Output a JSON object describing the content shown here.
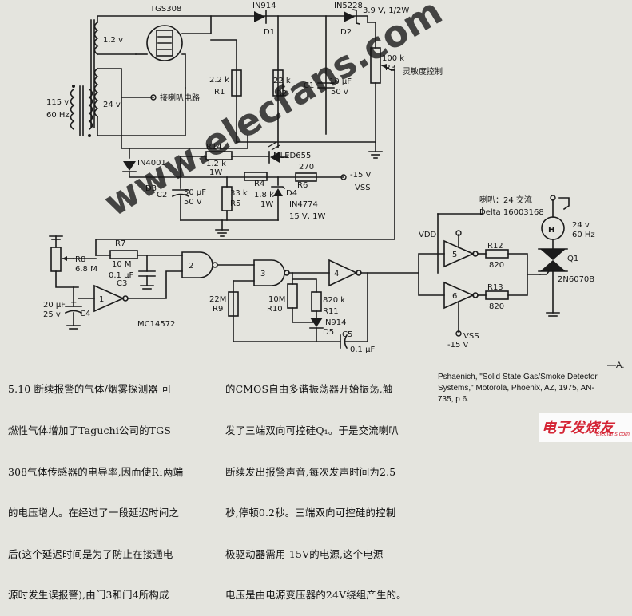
{
  "figure": {
    "components": {
      "sensor": "TGS308",
      "d1": "IN914",
      "d1_ref": "D1",
      "d2": "IN5228",
      "d2_ref": "D2",
      "d2_rating": "3.9 V, 1/2W",
      "sensor_heater_v": "1.2 v",
      "transformer_in": "115 v",
      "transformer_freq": "60 Hz",
      "secondary_v": "24 v",
      "horn_note": "接喇叭电路",
      "r1_val": "2.2 k",
      "r1_ref": "R1",
      "r2_val": "22 k",
      "r2_ref": "R2",
      "c1_val": "10 μF",
      "c1_ref": "C1",
      "c1_v": "50 v",
      "r3_val": "100 k",
      "r3_ref": "R3",
      "sensitivity": "灵敏度控制",
      "d3": "IN4001",
      "d3_ref": "D3",
      "r14_ref": "R14",
      "r14_val": "1.2 k",
      "r14_w": "1W",
      "led": "MLED655",
      "r6_val": "270",
      "r6_ref": "R6",
      "vss_top_v": "-15 V",
      "vss_top": "VSS",
      "c2_ref": "C2",
      "c2_val": "50 μF",
      "c2_v": "50 V",
      "r5_val": "33 k",
      "r5_ref": "R5",
      "r4_ref": "R4",
      "r4_val": "1.8 k",
      "r4_w": "1W",
      "d4_ref": "D4",
      "d4_part": "IN4774",
      "d4_rating": "15 V, 1W",
      "r8_ref": "R8",
      "r8_val": "6.8 M",
      "r7_ref": "R7",
      "r7_val": "10 M",
      "c3_val": "0.1 μF",
      "c3_ref": "C3",
      "c4_val": "20 μF",
      "c4_v": "25 v",
      "c4_ref": "C4",
      "ic": "MC14572",
      "r9_val": "22M",
      "r9_ref": "R9",
      "r10_val": "10M",
      "r10_ref": "R10",
      "r11_val": "820 k",
      "r11_ref": "R11",
      "d5": "IN914",
      "d5_ref": "D5",
      "c5_ref": "C5",
      "c5_val": "0.1 μF",
      "vdd": "VDD",
      "r12_ref": "R12",
      "r12_val": "820",
      "r13_ref": "R13",
      "r13_val": "820",
      "vss_bot": "VSS",
      "vss_bot_v": "-15 V",
      "horn_label": "喇叭：24 交流",
      "horn_part": "Delta 16003168",
      "horn_symbol": "H",
      "horn_v": "24 v",
      "horn_freq": "60 Hz",
      "q1_ref": "Q1",
      "q1_part": "2N6070B",
      "gate1": "1",
      "gate2": "2",
      "gate3": "3",
      "gate4": "4",
      "gate5": "5",
      "gate6": "6"
    },
    "watermark": "www.elecfans.com"
  },
  "description": {
    "lines": [
      "5.10 断续报警的气体/烟雾探测器 可",
      "燃性气体增加了Taguchi公司的TGS",
      "308气体传感器的电导率,因而使R₁两端",
      "的电压增大。在经过了一段延迟时间之",
      "后(这个延迟时间是为了防止在接通电",
      "源时发生误报警),由门3和门4所构成"
    ],
    "lines2": [
      "的CMOS自由多谐振荡器开始振荡,触",
      "发了三端双向可控硅Q₁。于是交流喇叭",
      "断续发出报警声音,每次发声时间为2.5",
      "秒,停顿0.2秒。三端双向可控硅的控制",
      "极驱动器需用-15V的电源,这个电源",
      "电压是由电源变压器的24V绕组产生的。"
    ]
  },
  "reference": {
    "signature": "—A.",
    "text": "Pshaenich, \"Solid State Gas/Smoke Detector\nSystems,\" Motorola, Phoenix, AZ, 1975, AN-\n735, p 6."
  },
  "logo": {
    "cn": "电子发烧友",
    "en": "Elecfans.com"
  }
}
